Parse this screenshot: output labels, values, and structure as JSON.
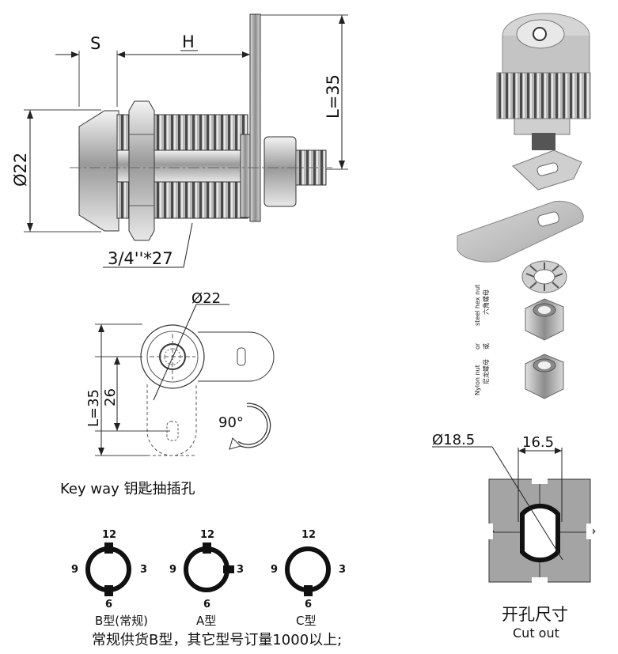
{
  "side_view": {
    "dim_s": "S",
    "dim_h": "H",
    "dim_l": "L=35",
    "dim_dia": "Ø22",
    "thread": "3/4''*27"
  },
  "front_view": {
    "dim_dia": "Ø22",
    "dim_l": "L=35",
    "dim_26": "26",
    "rotation": "90°"
  },
  "exploded": {
    "steel_nut_en": "steel hex nut",
    "steel_nut_cn": "六角螺母",
    "or_en": "or",
    "or_cn": "或",
    "nylon_nut_en": "Nylon nut",
    "nylon_nut_cn": "尼龙螺母"
  },
  "cutout": {
    "dia": "Ø18.5",
    "width": "16.5",
    "title_cn": "开孔尺寸",
    "title_en": "Cut out"
  },
  "keyway": {
    "title": "Key way  钥匙抽插孔",
    "types": [
      {
        "label": "B型(常规)",
        "n12": "12",
        "n3": "3",
        "n6": "6",
        "n9": "9"
      },
      {
        "label": "A型",
        "n12": "12",
        "n3": "3",
        "n6": "6",
        "n9": "9"
      },
      {
        "label": "C型",
        "n12": "12",
        "n3": "3",
        "n6": "6",
        "n9": "9"
      }
    ],
    "note": "常规供货B型，其它型号订量1000以上;"
  }
}
